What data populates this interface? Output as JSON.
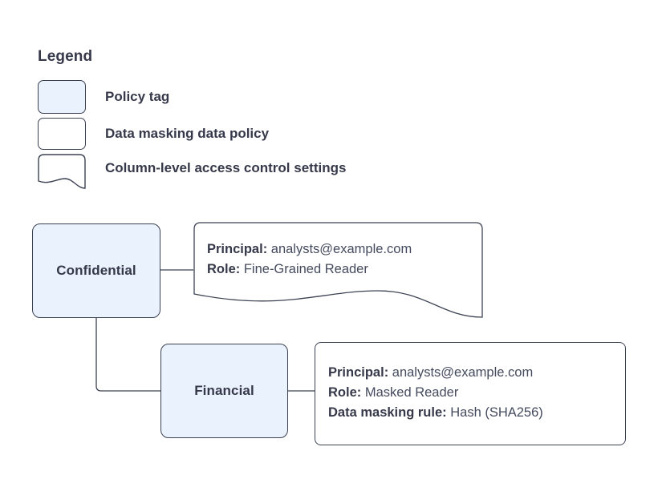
{
  "legend": {
    "title": "Legend",
    "items": [
      {
        "shape": "filled-rounded-rect",
        "label": "Policy tag"
      },
      {
        "shape": "rounded-rect",
        "label": "Data masking data policy"
      },
      {
        "shape": "wave-bottom-rect",
        "label": "Column-level access control settings"
      }
    ]
  },
  "diagram": {
    "nodes": [
      {
        "id": "confidential",
        "label": "Confidential"
      },
      {
        "id": "financial",
        "label": "Financial"
      }
    ],
    "callouts": [
      {
        "id": "confidential-access",
        "shape": "wave-bottom-rect",
        "lines": [
          {
            "key": "Principal:",
            "value": "analysts@example.com"
          },
          {
            "key": "Role:",
            "value": "Fine-Grained Reader"
          }
        ]
      },
      {
        "id": "financial-policy",
        "shape": "rounded-rect",
        "lines": [
          {
            "key": "Principal:",
            "value": "analysts@example.com"
          },
          {
            "key": "Role:",
            "value": "Masked Reader"
          },
          {
            "key": "Data masking rule:",
            "value": "Hash (SHA256)"
          }
        ]
      }
    ]
  },
  "colors": {
    "node_fill": "#eaf2fd",
    "stroke": "#3b4252",
    "text": "#36394a",
    "value_text": "#454b5e",
    "background": "#ffffff"
  }
}
